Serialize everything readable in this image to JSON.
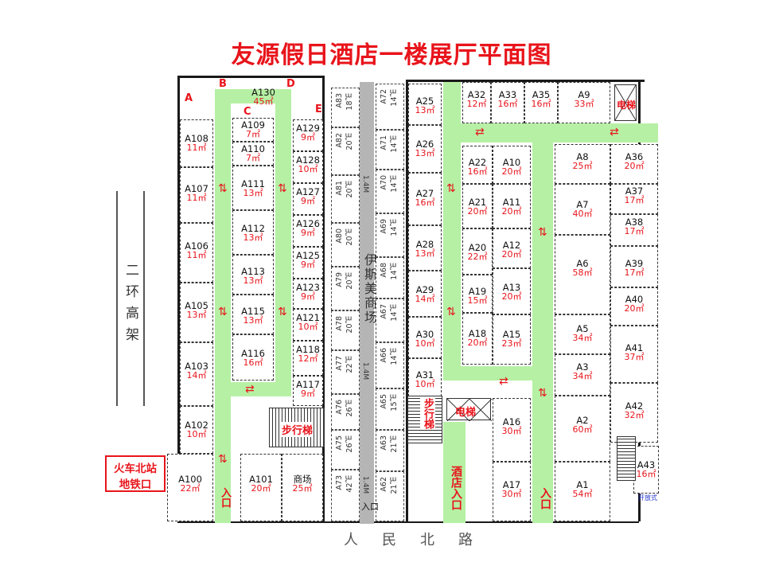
{
  "title": "友源假日酒店一楼展厅平面图",
  "road_left": "二环高架",
  "road_bottom": "人民北路",
  "mall_label": "伊斯美商场",
  "metro_label": [
    "火车北站",
    "地铁口"
  ],
  "entrance_label": "入口",
  "hotel_entrance": "酒店入口",
  "stairs_label": "步行梯",
  "elevator_label": "电梯",
  "corner_letters": [
    "A",
    "B",
    "C",
    "D",
    "E"
  ],
  "width_1_4m": "1.4M",
  "open_type": "开放式",
  "market_label": "商场",
  "booths_west": [
    {
      "code": "A130",
      "area": "45㎡"
    },
    {
      "code": "A108",
      "area": "11㎡"
    },
    {
      "code": "A107",
      "area": "11㎡"
    },
    {
      "code": "A106",
      "area": "11㎡"
    },
    {
      "code": "A105",
      "area": "13㎡"
    },
    {
      "code": "A103",
      "area": "14㎡"
    },
    {
      "code": "A102",
      "area": "10㎡"
    },
    {
      "code": "A100",
      "area": "22㎡"
    },
    {
      "code": "A101",
      "area": "20㎡"
    },
    {
      "code": "商场",
      "area": "25㎡"
    },
    {
      "code": "A109",
      "area": "7㎡"
    },
    {
      "code": "A110",
      "area": "7㎡"
    },
    {
      "code": "A111",
      "area": "13㎡"
    },
    {
      "code": "A112",
      "area": "13㎡"
    },
    {
      "code": "A113",
      "area": "13㎡"
    },
    {
      "code": "A115",
      "area": "13㎡"
    },
    {
      "code": "A116",
      "area": "16㎡"
    },
    {
      "code": "A129",
      "area": "9㎡"
    },
    {
      "code": "A128",
      "area": "10㎡"
    },
    {
      "code": "A127",
      "area": "9㎡"
    },
    {
      "code": "A126",
      "area": "9㎡"
    },
    {
      "code": "A125",
      "area": "9㎡"
    },
    {
      "code": "A123",
      "area": "9㎡"
    },
    {
      "code": "A121",
      "area": "10㎡"
    },
    {
      "code": "A118",
      "area": "12㎡"
    },
    {
      "code": "A117",
      "area": "9㎡"
    }
  ],
  "booths_mall_left": [
    {
      "code": "A83",
      "area": "18㎡"
    },
    {
      "code": "A82",
      "area": "20㎡"
    },
    {
      "code": "A81",
      "area": "20㎡"
    },
    {
      "code": "A80",
      "area": "20㎡"
    },
    {
      "code": "A79",
      "area": "20㎡"
    },
    {
      "code": "A78",
      "area": "20㎡"
    },
    {
      "code": "A77",
      "area": "22㎡"
    },
    {
      "code": "A76",
      "area": "26㎡"
    },
    {
      "code": "A75",
      "area": "26㎡"
    },
    {
      "code": "A73",
      "area": "42㎡"
    }
  ],
  "booths_mall_right": [
    {
      "code": "A72",
      "area": "14㎡"
    },
    {
      "code": "A71",
      "area": "14㎡"
    },
    {
      "code": "A70",
      "area": "14㎡"
    },
    {
      "code": "A69",
      "area": "14㎡"
    },
    {
      "code": "A68",
      "area": "14㎡"
    },
    {
      "code": "A67",
      "area": "14㎡"
    },
    {
      "code": "A66",
      "area": "14㎡"
    },
    {
      "code": "A65",
      "area": "15㎡"
    },
    {
      "code": "A63",
      "area": "21㎡"
    },
    {
      "code": "A62",
      "area": "21㎡"
    }
  ],
  "booths_east": [
    {
      "code": "A25",
      "area": "13㎡"
    },
    {
      "code": "A26",
      "area": "13㎡"
    },
    {
      "code": "A27",
      "area": "16㎡"
    },
    {
      "code": "A28",
      "area": "13㎡"
    },
    {
      "code": "A29",
      "area": "14㎡"
    },
    {
      "code": "A30",
      "area": "10㎡"
    },
    {
      "code": "A31",
      "area": "10㎡"
    },
    {
      "code": "A32",
      "area": "12㎡"
    },
    {
      "code": "A33",
      "area": "16㎡"
    },
    {
      "code": "A35",
      "area": "16㎡"
    },
    {
      "code": "A9",
      "area": "33㎡"
    },
    {
      "code": "A22",
      "area": "16㎡"
    },
    {
      "code": "A10",
      "area": "20㎡"
    },
    {
      "code": "A21",
      "area": "20㎡"
    },
    {
      "code": "A11",
      "area": "20㎡"
    },
    {
      "code": "A20",
      "area": "22㎡"
    },
    {
      "code": "A12",
      "area": "20㎡"
    },
    {
      "code": "A19",
      "area": "15㎡"
    },
    {
      "code": "A13",
      "area": "20㎡"
    },
    {
      "code": "A18",
      "area": "20㎡"
    },
    {
      "code": "A15",
      "area": "23㎡"
    },
    {
      "code": "A16",
      "area": "30㎡"
    },
    {
      "code": "A17",
      "area": "30㎡"
    },
    {
      "code": "A8",
      "area": "25㎡"
    },
    {
      "code": "A7",
      "area": "40㎡"
    },
    {
      "code": "A6",
      "area": "58㎡"
    },
    {
      "code": "A5",
      "area": "34㎡"
    },
    {
      "code": "A3",
      "area": "34㎡"
    },
    {
      "code": "A2",
      "area": "60㎡"
    },
    {
      "code": "A1",
      "area": "54㎡"
    },
    {
      "code": "A36",
      "area": "20㎡"
    },
    {
      "code": "A37",
      "area": "17㎡"
    },
    {
      "code": "A38",
      "area": "17㎡"
    },
    {
      "code": "A39",
      "area": "17㎡"
    },
    {
      "code": "A40",
      "area": "20㎡"
    },
    {
      "code": "A41",
      "area": "37㎡"
    },
    {
      "code": "A42",
      "area": "32㎡"
    },
    {
      "code": "A43",
      "area": "16㎡"
    }
  ],
  "colors": {
    "title": "#e8141b",
    "corridor": "#b6f0a4",
    "wall": "#1a1a1a",
    "mall": "#b5b5b5"
  }
}
